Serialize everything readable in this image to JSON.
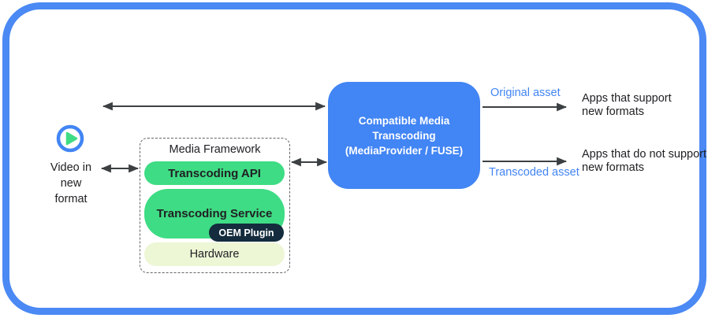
{
  "colors": {
    "frame_blue": "#4b89f4",
    "box_blue": "#4285f4",
    "android_green": "#3edc84",
    "plugin_navy": "#142c3d",
    "hardware_pale": "#edf6d5",
    "arrow_gray": "#3c4043",
    "asset_label_blue": "#4285f4",
    "text_dark": "#202124"
  },
  "source": {
    "icon": "play-icon",
    "label": "Video in new format"
  },
  "framework": {
    "title": "Media Framework",
    "layers": [
      {
        "label": "Transcoding API"
      },
      {
        "label": "Transcoding Service",
        "plugin": "OEM Plugin"
      },
      {
        "label": "Hardware"
      }
    ]
  },
  "transcoder": {
    "title": "Compatible Media Transcoding",
    "subtitle": "(MediaProvider / FUSE)"
  },
  "outputs": {
    "original": {
      "label": "Original asset",
      "target": "Apps that support new formats"
    },
    "transcoded": {
      "label": "Transcoded asset",
      "target": "Apps that do not support new formats"
    }
  }
}
